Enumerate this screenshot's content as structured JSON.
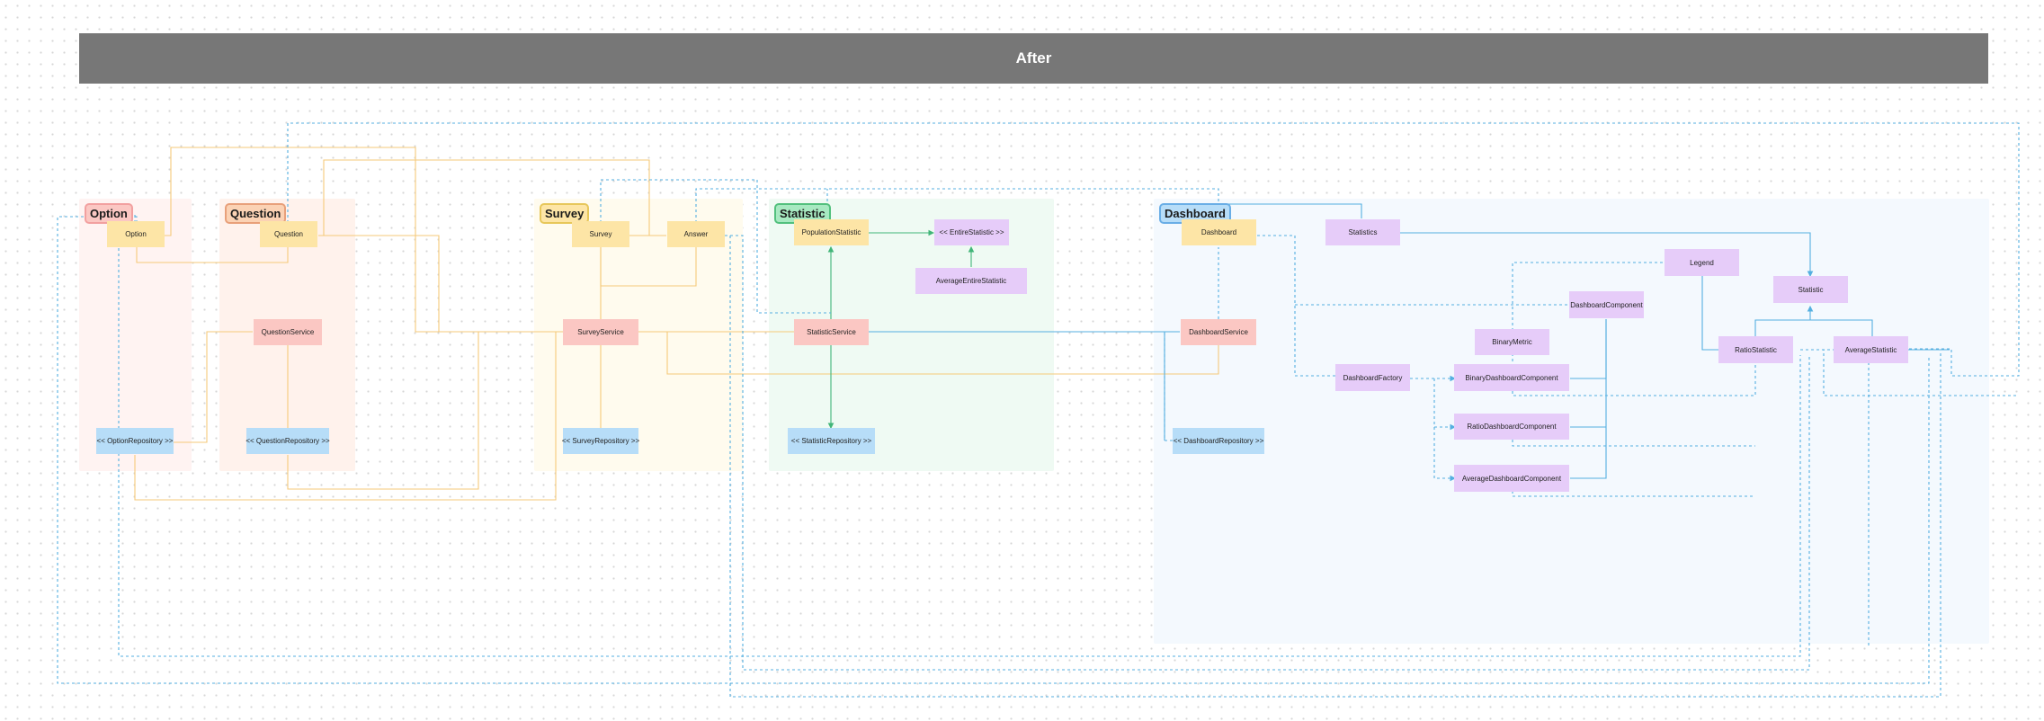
{
  "header": {
    "title": "After"
  },
  "groups": {
    "option": {
      "label": "Option",
      "bg": "#fff3f2",
      "border": "#f2a0a0",
      "chip": "#fbc7c3"
    },
    "question": {
      "label": "Question",
      "bg": "#fff2ec",
      "border": "#e8a07a",
      "chip": "#fbd2b4"
    },
    "survey": {
      "label": "Survey",
      "bg": "#fffbee",
      "border": "#e7c75b",
      "chip": "#fde5a6"
    },
    "statistic": {
      "label": "Statistic",
      "bg": "#effaf3",
      "border": "#52c07d",
      "chip": "#a7e9c1"
    },
    "dashboard": {
      "label": "Dashboard",
      "bg": "#f4f9fe",
      "border": "#6aaee6",
      "chip": "#b7ddf8"
    }
  },
  "nodes": {
    "option": "Option",
    "question": "Question",
    "question_service": "QuestionService",
    "option_repository": "<< OptionRepository >>",
    "question_repository": "<< QuestionRepository >>",
    "survey": "Survey",
    "answer": "Answer",
    "survey_service": "SurveyService",
    "survey_repository": "<< SurveyRepository >>",
    "population_statistic": "PopulationStatistic",
    "entire_statistic": "<< EntireStatistic >>",
    "average_entire_statistic": "AverageEntireStatistic",
    "statistic_service": "StatisticService",
    "statistic_repository": "<< StatisticRepository >>",
    "dashboard": "Dashboard",
    "statistics": "Statistics",
    "dashboard_service": "DashboardService",
    "dashboard_repository": "<< DashboardRepository >>",
    "dashboard_factory": "DashboardFactory",
    "binary_metric": "BinaryMetric",
    "binary_dashboard_component": "BinaryDashboardComponent",
    "ratio_dashboard_component": "RatioDashboardComponent",
    "average_dashboard_component": "AverageDashboardComponent",
    "dashboard_component": "DashboardComponent",
    "legend": "Legend",
    "statistic": "Statistic",
    "ratio_statistic": "RatioStatistic",
    "average_statistic": "AverageStatistic"
  },
  "colors": {
    "banner": "#777777",
    "entity": "#fde5a6",
    "service": "#fbc7c3",
    "repository": "#b7ddf8",
    "component": "#e6ccf9",
    "link_yellow": "#f5c97a",
    "link_blue": "#54afe0",
    "link_green": "#41b578"
  }
}
